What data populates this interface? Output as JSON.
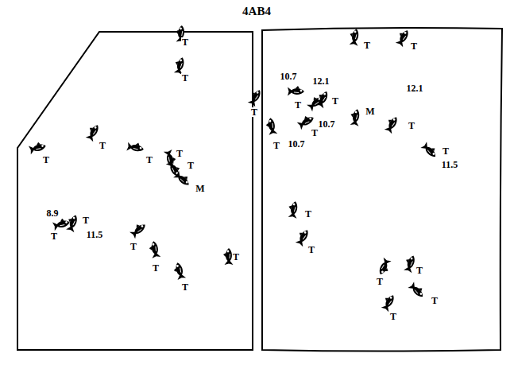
{
  "diagram": {
    "title": "4AB4",
    "labels": [
      "T",
      "T",
      "T",
      "T",
      "T",
      "T",
      "T",
      "M",
      "8.9",
      "T",
      "T",
      "11.5",
      "T",
      "T",
      "T",
      "T",
      "T",
      "T",
      "10.7",
      "T",
      "12.1",
      "T",
      "T",
      "10.7",
      "T",
      "T",
      "10.7",
      "M",
      "12.1",
      "T",
      "T",
      "11.5",
      "T",
      "T",
      "T",
      "T",
      "T",
      "T"
    ]
  }
}
